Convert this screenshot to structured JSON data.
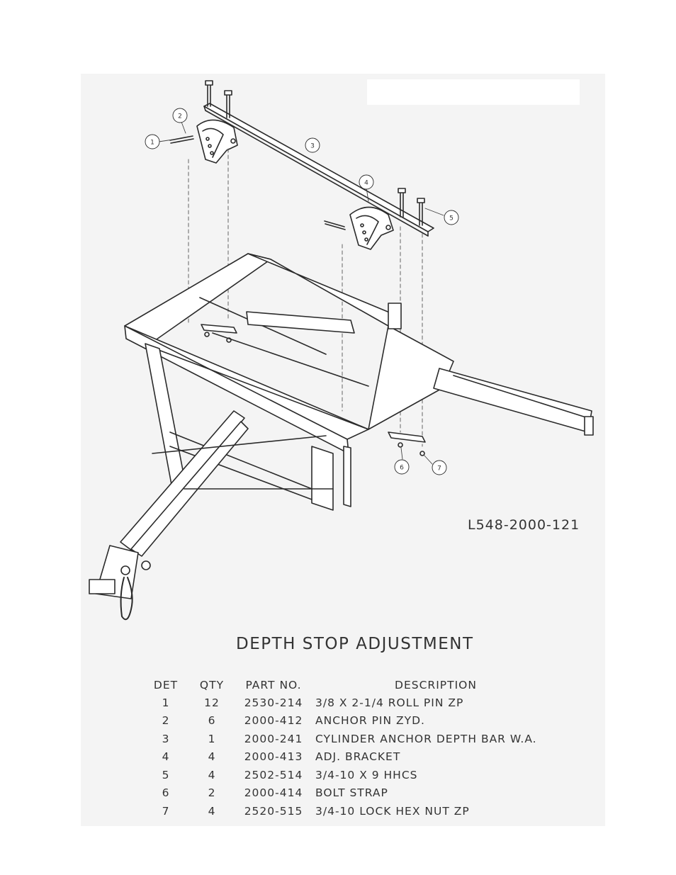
{
  "drawing_number": "L548-2000-121",
  "title": "DEPTH STOP ADJUSTMENT",
  "callouts": [
    "1",
    "2",
    "3",
    "4",
    "5",
    "6",
    "7"
  ],
  "table": {
    "headers": {
      "det": "DET",
      "qty": "QTY",
      "part": "PART NO.",
      "desc": "DESCRIPTION"
    },
    "rows": [
      {
        "det": "1",
        "qty": "12",
        "part": "2530-214",
        "desc": "3/8 X 2-1/4 ROLL PIN ZP"
      },
      {
        "det": "2",
        "qty": "6",
        "part": "2000-412",
        "desc": "ANCHOR PIN ZYD."
      },
      {
        "det": "3",
        "qty": "1",
        "part": "2000-241",
        "desc": "CYLINDER ANCHOR DEPTH BAR W.A."
      },
      {
        "det": "4",
        "qty": "4",
        "part": "2000-413",
        "desc": "ADJ. BRACKET"
      },
      {
        "det": "5",
        "qty": "4",
        "part": "2502-514",
        "desc": "3/4-10 X 9 HHCS"
      },
      {
        "det": "6",
        "qty": "2",
        "part": "2000-414",
        "desc": "BOLT STRAP"
      },
      {
        "det": "7",
        "qty": "4",
        "part": "2520-515",
        "desc": "3/4-10 LOCK HEX NUT ZP"
      }
    ]
  }
}
